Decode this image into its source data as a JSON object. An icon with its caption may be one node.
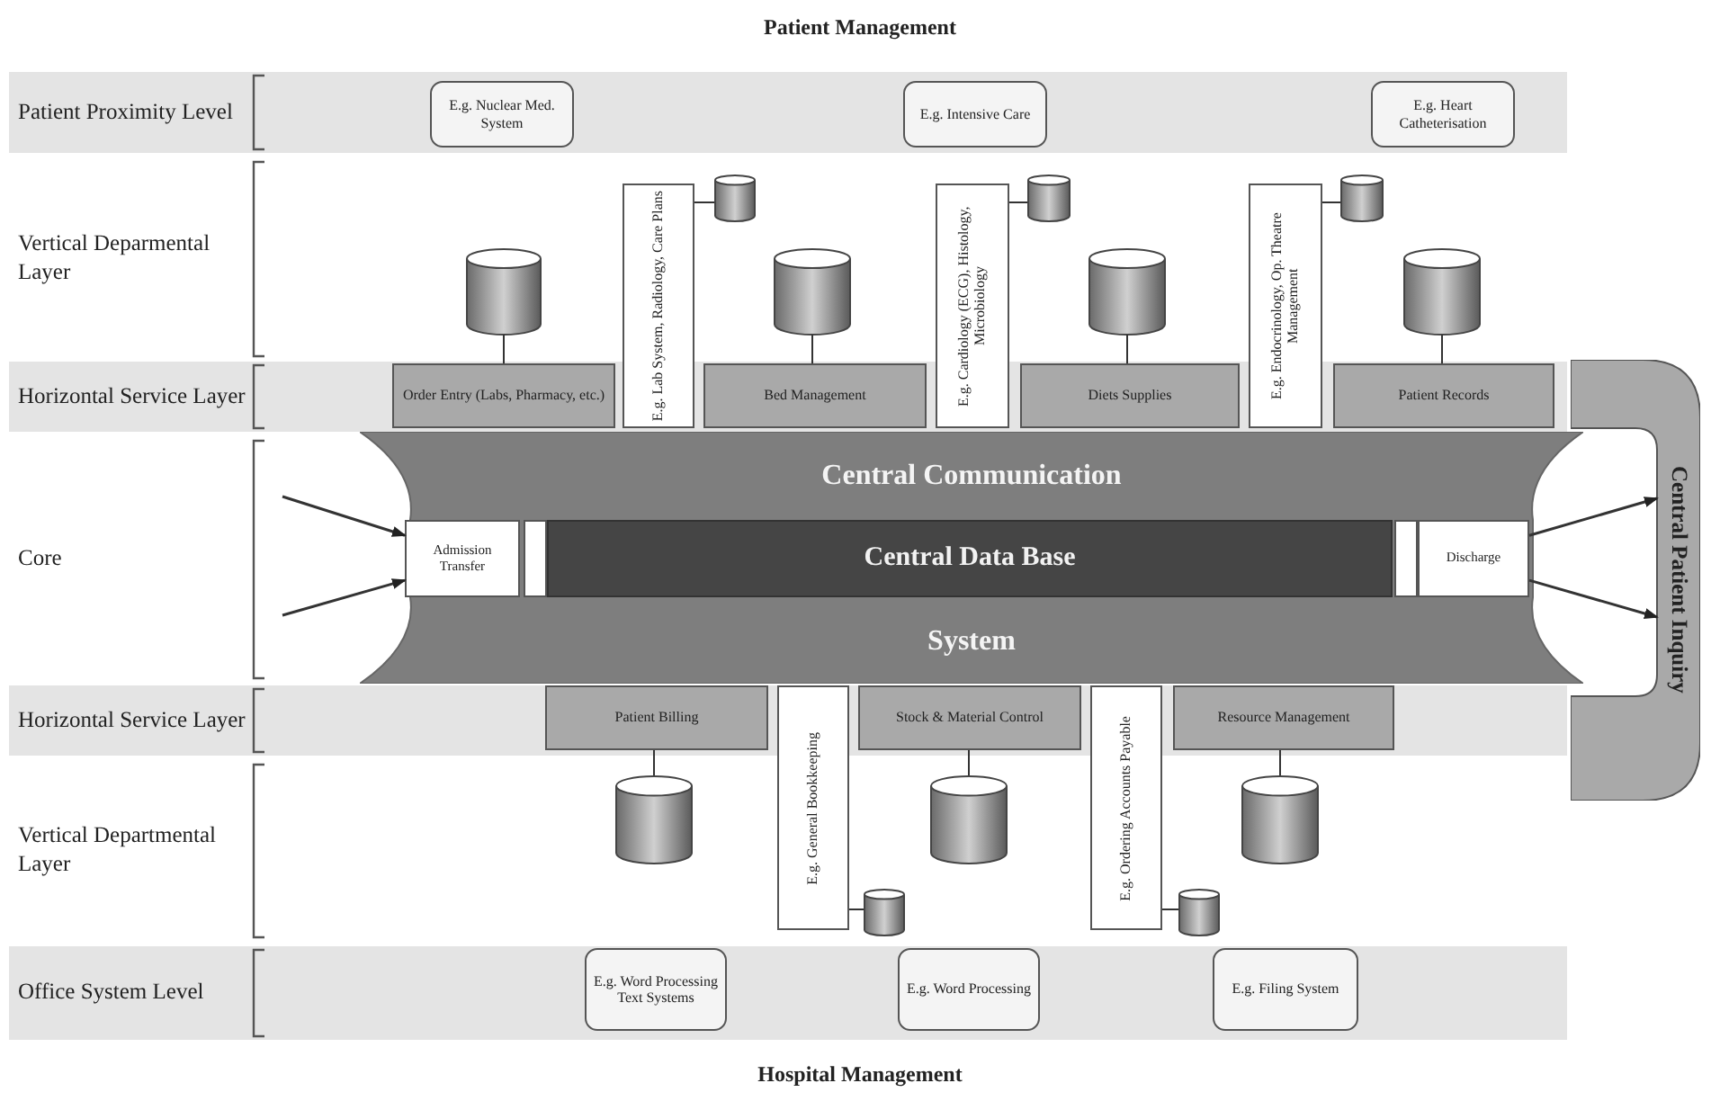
{
  "diagram": {
    "title": "Patient Management",
    "caption": "Hospital Management",
    "nodes": [
      {
        "text": [
          "E.g. Nuclear Med. System"
        ]
      },
      {
        "text": [
          "E.g. Intensive Care"
        ]
      },
      {
        "text": [
          "E.g. Heart Catheterisation"
        ]
      },
      {
        "text": [
          "E.g. Lab System, Radiology, Care Plans"
        ]
      },
      {
        "text": [],
        "shape": "cylinder"
      },
      {
        "text": [
          "E.g. Cardiology (ECG), Histology, Microbiology"
        ]
      },
      {
        "text": [],
        "shape": "cylinder"
      },
      {
        "text": [
          "E.g. Endocrinology, Op. Theatre Management"
        ]
      },
      {
        "text": [],
        "shape": "cylinder"
      },
      {
        "text": [],
        "shape": "cylinder"
      },
      {
        "text": [],
        "shape": "cylinder"
      },
      {
        "text": [],
        "shape": "cylinder"
      },
      {
        "text": [],
        "shape": "cylinder"
      },
      {
        "text": [
          "Order Entry (Labs, Pharmacy, etc.)"
        ]
      },
      {
        "text": [
          "Bed Management"
        ]
      },
      {
        "text": [
          "Diets Supplies"
        ]
      },
      {
        "text": [
          "Patient Records"
        ]
      },
      {
        "text": [
          "Central Patient Inquiry"
        ]
      },
      {
        "text": [
          "Central Communication",
          "System"
        ]
      },
      {
        "text": [
          "Admission Transfer"
        ],
        "in": 18
      },
      {
        "text": [],
        "shape": "box",
        "in": 18
      },
      {
        "text": [
          "Central Data Base"
        ],
        "in": 18
      },
      {
        "text": [],
        "shape": "box",
        "in": 18
      },
      {
        "text": [
          "Discharge"
        ],
        "in": 18
      },
      {
        "text": [
          "Patient Billing"
        ]
      },
      {
        "text": [
          "E.g. General Bookkeeping"
        ]
      },
      {
        "text": [
          "Stock & Material Control"
        ]
      },
      {
        "text": [
          "E.g. Ordering Accounts Payable"
        ]
      },
      {
        "text": [
          "Resource Management"
        ]
      },
      {
        "text": [],
        "shape": "cylinder"
      },
      {
        "text": [],
        "shape": "cylinder"
      },
      {
        "text": [],
        "shape": "cylinder"
      },
      {
        "text": [],
        "shape": "cylinder"
      },
      {
        "text": [],
        "shape": "cylinder"
      },
      {
        "text": [
          "E.g. Word Processing Text Systems"
        ]
      },
      {
        "text": [
          "E.g. Word Processing"
        ]
      },
      {
        "text": [
          "E.g. Filing System"
        ]
      }
    ],
    "edges": [
      {
        "from": 3,
        "to": 4,
        "arrow": "none"
      },
      {
        "from": 5,
        "to": 6,
        "arrow": "none"
      },
      {
        "from": 7,
        "to": 8,
        "arrow": "none"
      },
      {
        "from": 9,
        "to": 13,
        "arrow": "none"
      },
      {
        "from": 10,
        "to": 14,
        "arrow": "none"
      },
      {
        "from": 11,
        "to": 15,
        "arrow": "none"
      },
      {
        "from": 12,
        "to": 16,
        "arrow": "none"
      },
      {
        "from": null,
        "to": 19,
        "arrow": "to"
      },
      {
        "from": null,
        "to": 19,
        "arrow": "to"
      },
      {
        "from": 23,
        "to": 17,
        "arrow": "to"
      },
      {
        "from": 23,
        "to": 17,
        "arrow": "to"
      },
      {
        "from": 24,
        "to": 29,
        "arrow": "none"
      },
      {
        "from": 26,
        "to": 30,
        "arrow": "none"
      },
      {
        "from": 28,
        "to": 31,
        "arrow": "none"
      },
      {
        "from": 25,
        "to": 32,
        "arrow": "none"
      },
      {
        "from": 27,
        "to": 33,
        "arrow": "none"
      }
    ],
    "labels": [
      "Patient Proximity Level",
      "Vertical Deparmental Layer",
      "Horizontal Service Layer",
      "Core",
      "Horizontal Service Layer",
      "Vertical Departmental Layer",
      "Office System Level"
    ]
  }
}
